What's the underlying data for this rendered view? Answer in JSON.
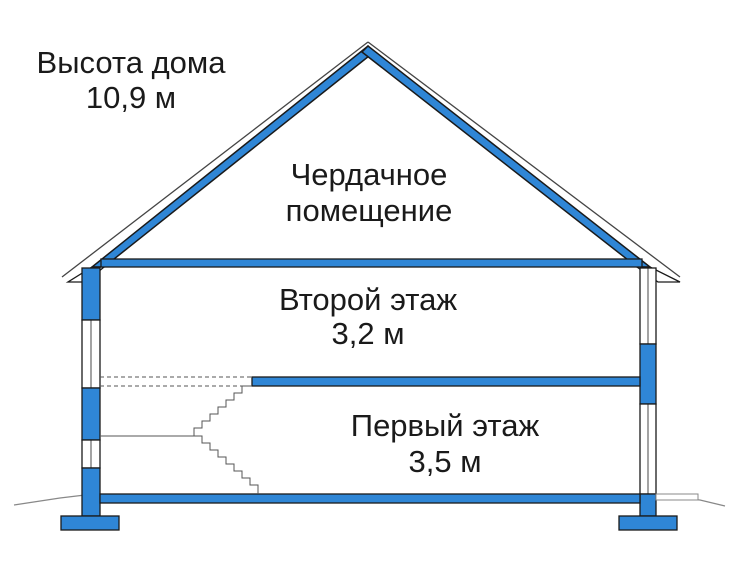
{
  "labels": {
    "house_height_title": "Высота дома",
    "house_height_value": "10,9 м",
    "attic_line1": "Чердачное",
    "attic_line2": "помещение",
    "second_floor_title": "Второй этаж",
    "second_floor_height": "3,2 м",
    "first_floor_title": "Первый этаж",
    "first_floor_height": "3,5 м"
  },
  "colors": {
    "structure_fill": "#2f86d6",
    "outline": "#1a1a1a",
    "background": "#ffffff"
  }
}
